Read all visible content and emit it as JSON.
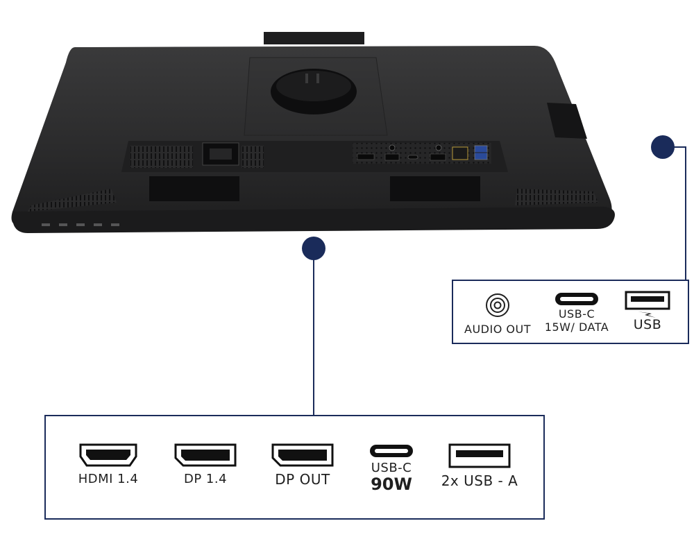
{
  "side_callout": {
    "ports": [
      {
        "icon": "audio-jack-icon",
        "label": "AUDIO OUT"
      },
      {
        "icon": "usb-c-icon",
        "label": "USB-C",
        "sublabel": "15W/ DATA"
      },
      {
        "icon": "usb-a-charging-icon",
        "label": "USB"
      }
    ]
  },
  "bottom_callout": {
    "ports": [
      {
        "icon": "hdmi-icon",
        "label": "HDMI 1.4"
      },
      {
        "icon": "displayport-icon",
        "label": "DP 1.4"
      },
      {
        "icon": "displayport-out-icon",
        "label": "DP OUT"
      },
      {
        "icon": "usb-c-icon",
        "label": "USB-C",
        "sublabel": "90W"
      },
      {
        "icon": "usb-a-icon",
        "label": "2x USB - A"
      }
    ]
  },
  "colors": {
    "accent": "#1a2b5a",
    "monitor_body": "#2b2b2c",
    "monitor_dark": "#1a1a1b"
  }
}
